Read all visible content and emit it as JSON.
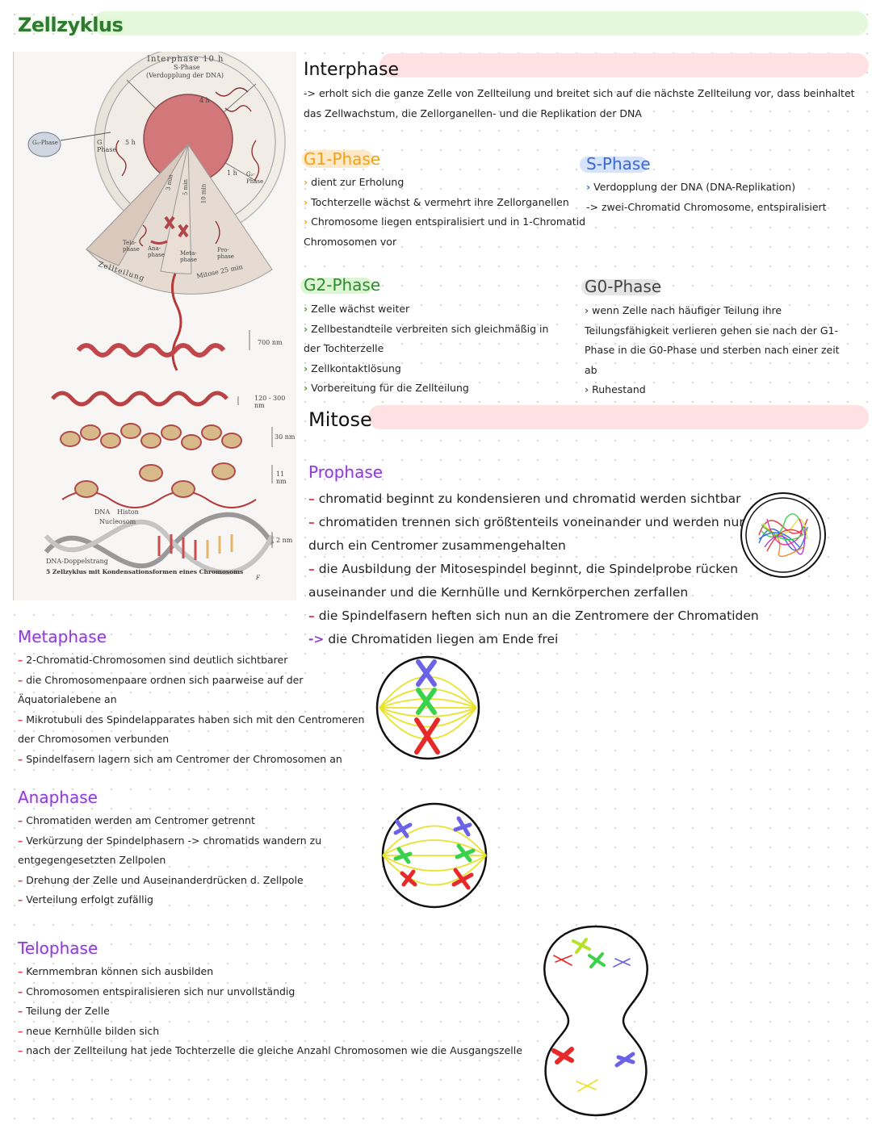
{
  "page_title": "Zellzyklus",
  "figure": {
    "interphase_label": "Interphase 10 h",
    "s_phase_label": "S-Phase",
    "s_phase_sub": "(Verdopplung der DNA)",
    "h4": "4 h",
    "g1_label_a": "G",
    "g1_label_b": "Phase",
    "g0_label": "G₀-Phase",
    "h5": "5 h",
    "h1": "1 h",
    "g2_label": "G₂-Phase",
    "m3": "3 min",
    "m5": "5 min",
    "m10": "10 min",
    "telo": "Telo-phase",
    "ana": "Ana-phase",
    "meta": "Meta-phase",
    "pro": "Pro-phase",
    "zellteilung": "Zellteilung",
    "mitose": "Mitose 25 min",
    "nm700": "700 nm",
    "nm120": "120 - 300 nm",
    "nm30": "30 nm",
    "nm11": "11 nm",
    "nm2": "2 nm",
    "dna": "DNA",
    "histon": "Histon",
    "nucleosom": "Nucleosom",
    "doppelstrang": "DNA-Doppelstrang",
    "caption_num": "5",
    "caption": "Zellzyklus mit Kondensationsformen eines Chromosoms",
    "caption_f": "F"
  },
  "interphase": {
    "title": "Interphase",
    "text1": "-> erholt sich die ganze Zelle von Zellteilung und breitet sich auf die nächste Zellteilung vor, dass beinhaltet",
    "text2": "das Zellwachstum, die Zellorganellen- und die Replikation der DNA"
  },
  "g1": {
    "title": "G1-Phase",
    "items": [
      "dient zur Erholung",
      "Tochterzelle wächst & vermehrt ihre Zellorganellen",
      "Chromosome liegen entspiralisiert und in 1-Chromatid"
    ],
    "cont": "Chromosomen vor"
  },
  "s": {
    "title": "S-Phase",
    "item1": "Verdopplung der DNA (DNA-Replikation)",
    "item2": "-> zwei-Chromatid Chromosome, entspiralisiert"
  },
  "g2": {
    "title": "G2-Phase",
    "item1": "Zelle wächst weiter",
    "item2": "Zellbestandteile verbreiten sich gleichmäßig in",
    "item2b": "der Tochterzelle",
    "item3": "Zellkontaktlösung",
    "item4": "Vorbereitung für die Zellteilung"
  },
  "g0": {
    "title": "G0-Phase",
    "item1": "wenn Zelle nach häufiger Teilung ihre",
    "item1b": "Teilungsfähigkeit verlieren gehen sie nach der G1-",
    "item1c": "Phase in die G0-Phase und sterben nach einer zeit",
    "item1d": "ab",
    "item2": "Ruhestand"
  },
  "mitose": {
    "title": "Mitose"
  },
  "prophase": {
    "title": "Prophase",
    "l1": "chromatid beginnt zu kondensieren und chromatid werden sichtbar",
    "l2": "chromatiden trennen sich größtenteils voneinander und werden nur",
    "l2b": "durch ein Centromer zusammengehalten",
    "l3": "die Ausbildung der Mitosespindel beginnt, die Spindelprobe rücken",
    "l3b": "auseinander und die Kernhülle und Kernkörperchen zerfallen",
    "l4": "die Spindelfasern heften sich nun an die Zentromere der Chromatiden",
    "l5": "die Chromatiden liegen am Ende frei"
  },
  "metaphase": {
    "title": "Metaphase",
    "l1": "2-Chromatid-Chromosomen sind deutlich sichtbarer",
    "l2": "die Chromosomenpaare ordnen sich paarweise auf der",
    "l2b": "Äquatorialebene an",
    "l3": "Mikrotubuli des Spindelapparates haben sich mit den Centromeren",
    "l3b": "der Chromosomen verbunden",
    "l4": "Spindelfasern lagern sich am Centromer der Chromosomen an"
  },
  "anaphase": {
    "title": "Anaphase",
    "l1": "Chromatiden werden am Centromer getrennt",
    "l2": "Verkürzung der Spindelphasern -> chromatids wandern zu",
    "l2b": "entgegengesetzten Zellpolen",
    "l3": "Drehung der Zelle und Auseinanderdrücken d. Zellpole",
    "l4": "Verteilung erfolgt zufällig"
  },
  "telophase": {
    "title": "Telophase",
    "l1": "Kernmembran können sich ausbilden",
    "l2": "Chromosomen entspiralisieren sich nur unvollständig",
    "l3": "Teilung der Zelle",
    "l4": "neue Kernhülle bilden sich",
    "l5": "nach der Zellteilung hat jede Tochterzelle die gleiche Anzahl Chromosomen wie die Ausgangszelle"
  },
  "colors": {
    "green_highlight": "#e4f8dc",
    "pink_highlight": "#fde1e3",
    "orange_title": "#f0a21a",
    "blue_title": "#3d66d6",
    "green_title": "#2f8a2f",
    "purple_title": "#8a3fd1",
    "nucleus": "#d3787a"
  }
}
